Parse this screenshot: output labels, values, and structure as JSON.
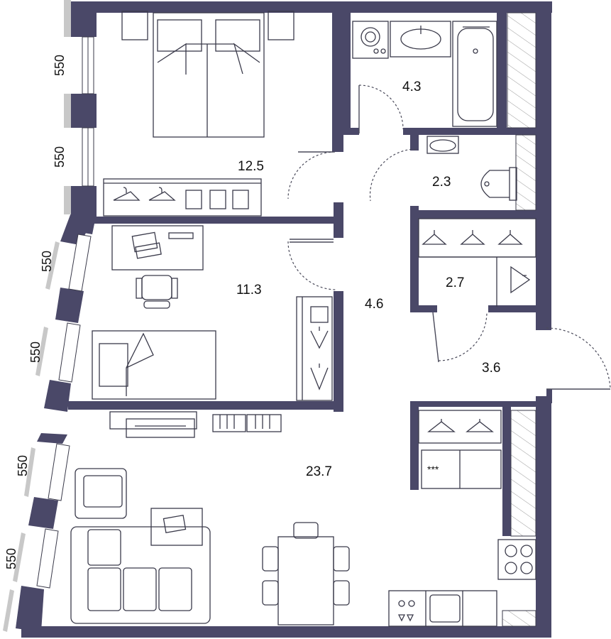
{
  "colors": {
    "wall": "#4a4868",
    "window_gray": "#c8c8c8",
    "furniture_stroke": "#3a3a4a",
    "hatch": "#9a9a9a",
    "background": "#ffffff"
  },
  "rooms": {
    "bedroom_main": "12.5",
    "bedroom_second": "11.3",
    "bathroom": "4.3",
    "toilet": "2.3",
    "wardrobe": "2.7",
    "corridor": "4.6",
    "hallway": "3.6",
    "living_kitchen": "23.7"
  },
  "window_labels": [
    "550",
    "550",
    "550",
    "550",
    "550",
    "550"
  ],
  "icons": [
    "bed-icon",
    "laptop-icon",
    "washing-machine-icon",
    "sink-icon",
    "bathtub-icon",
    "toilet-icon",
    "hanger-icon",
    "sofa-icon",
    "armchair-icon",
    "dining-table-icon",
    "stove-icon",
    "tv-icon"
  ]
}
